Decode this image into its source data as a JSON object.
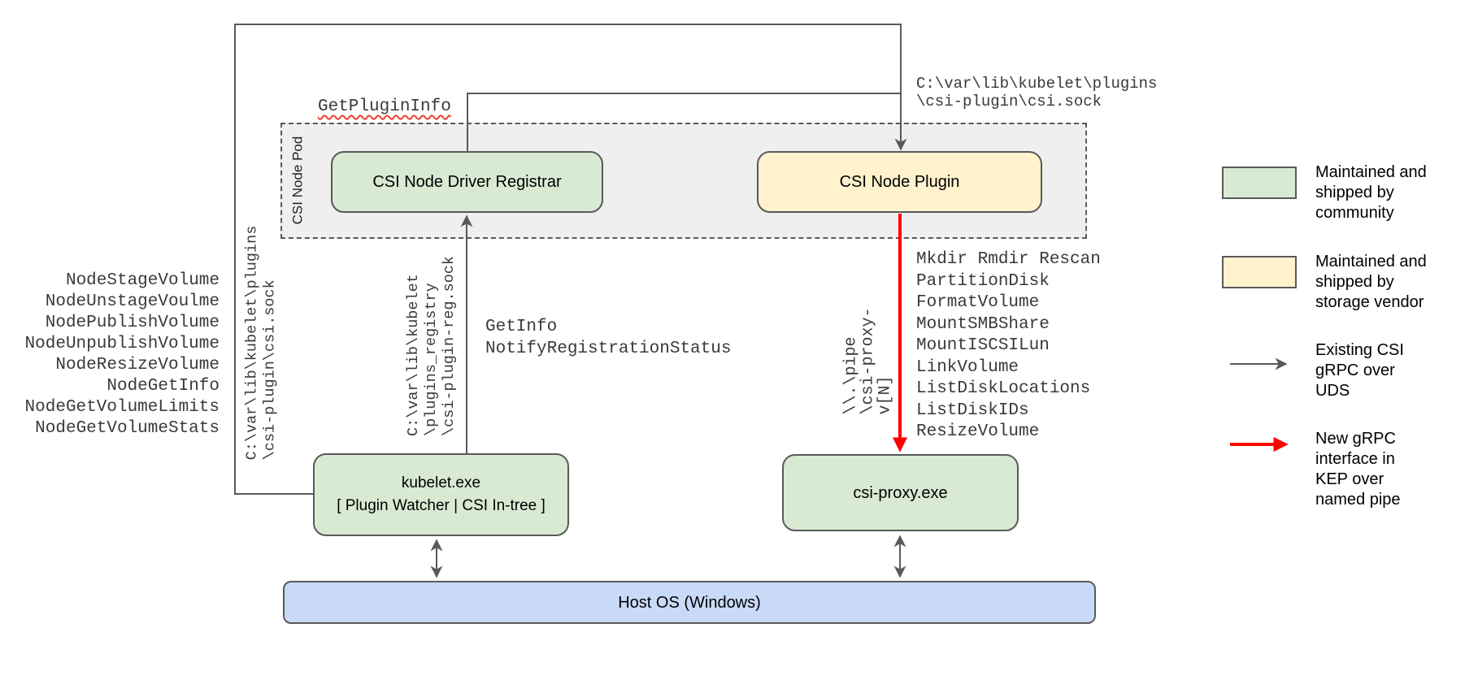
{
  "colors": {
    "community_green": "#d9ead3",
    "vendor_yellow": "#fff2cc",
    "host_blue": "#c9daf8",
    "pod_gray": "#efefef",
    "line_gray": "#595959",
    "arrow_red": "#ff0000"
  },
  "pod": {
    "label": "CSI Node Pod"
  },
  "boxes": {
    "registrar": {
      "label": "CSI Node Driver Registrar"
    },
    "node_plugin": {
      "label": "CSI Node Plugin"
    },
    "kubelet": {
      "lines": [
        "kubelet.exe",
        "[ Plugin Watcher | CSI In-tree ]"
      ]
    },
    "csi_proxy": {
      "label": "csi-proxy.exe"
    },
    "host_os": {
      "label": "Host OS (Windows)"
    }
  },
  "annotations": {
    "get_plugin_info": "GetPluginInfo",
    "csi_sock_path": [
      "C:\\var\\lib\\kubelet\\plugins",
      "\\csi-plugin\\csi.sock"
    ],
    "csi_sock_path_vertical": [
      "C:\\var\\lib\\kubelet\\plugins",
      "\\csi-plugin\\csi.sock"
    ],
    "plugin_registry_path": [
      "C:\\var\\lib\\kubelet",
      "\\plugins_registry",
      "\\csi-plugin-reg.sock"
    ],
    "named_pipe_path": [
      "\\\\.\\pipe",
      "\\csi-proxy-v[N]"
    ],
    "node_rpc_calls": [
      "NodeStageVolume",
      "NodeUnstageVoulme",
      "NodePublishVolume",
      "NodeUnpublishVolume",
      "NodeResizeVolume",
      "NodeGetInfo",
      "NodeGetVolumeLimits",
      "NodeGetVolumeStats"
    ],
    "registration_rpc_calls": [
      "GetInfo",
      "NotifyRegistrationStatus"
    ],
    "proxy_rpc_calls": [
      "Mkdir Rmdir Rescan",
      "PartitionDisk",
      "FormatVolume",
      "MountSMBShare",
      "MountISCSILun",
      "LinkVolume",
      "ListDiskLocations",
      "ListDiskIDs",
      "ResizeVolume"
    ]
  },
  "legend": {
    "community": {
      "lines": [
        "Maintained and",
        "shipped by",
        "community"
      ]
    },
    "vendor": {
      "lines": [
        "Maintained and",
        "shipped by",
        "storage vendor"
      ]
    },
    "existing_grpc": {
      "lines": [
        "Existing CSI",
        "gRPC over",
        "UDS"
      ]
    },
    "new_grpc": {
      "lines": [
        "New gRPC",
        "interface in",
        "KEP over",
        "named pipe"
      ]
    }
  }
}
